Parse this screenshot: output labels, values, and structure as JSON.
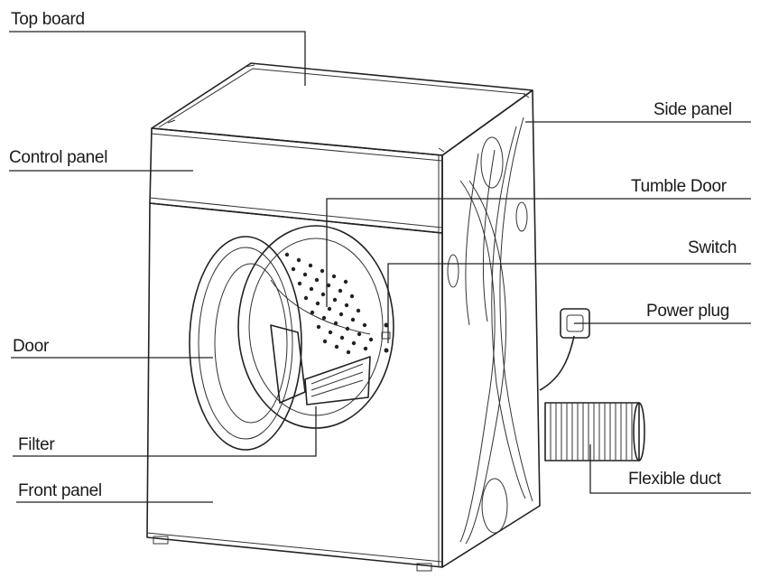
{
  "labels": {
    "top_board": "Top  board",
    "control_panel": "Control panel",
    "door": "Door",
    "filter": "Filter",
    "front_panel": "Front panel",
    "side_panel": "Side panel",
    "tumble_door": "Tumble Door",
    "switch": "Switch",
    "power_plug": "Power plug",
    "flexible_duct": "Flexible  duct"
  }
}
